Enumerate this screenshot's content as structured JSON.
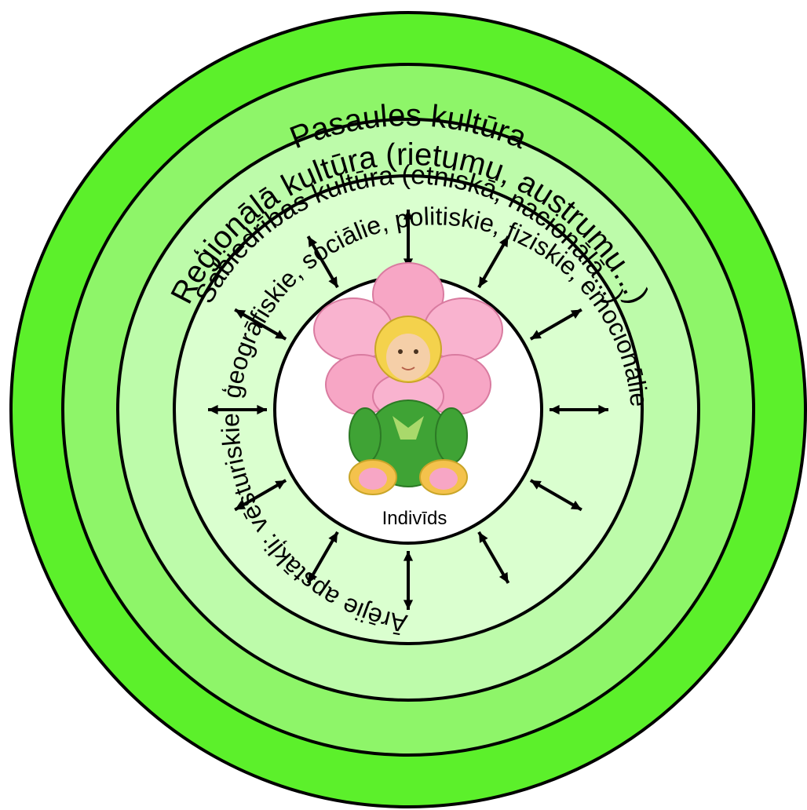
{
  "diagram": {
    "rings": {
      "world": {
        "label": "Pasaules kultūra"
      },
      "regional": {
        "label": "Reģionālā kultūra (rietumu, austrumu...)"
      },
      "society": {
        "label": "Sabiedrības kultūra (etniskā, nacionālā...)"
      },
      "factors": {
        "label": "Ārējie apstākļi: vēsturiskie, ģeogrāfiskie, sociālie, politiskie, fiziskie, emocionālie"
      },
      "individual": {
        "label": "Indivīds"
      }
    },
    "colors": {
      "world_fill": "#5cf02b",
      "regional_fill": "#8ef569",
      "society_fill": "#bdfbaa",
      "factors_fill": "#daffcf",
      "individual_fill": "#ffffff",
      "outline": "#000000"
    },
    "central_image": {
      "description_icon": "baby-flower-costume-icon"
    },
    "arrows": {
      "count": 12,
      "style": "double-headed"
    }
  }
}
